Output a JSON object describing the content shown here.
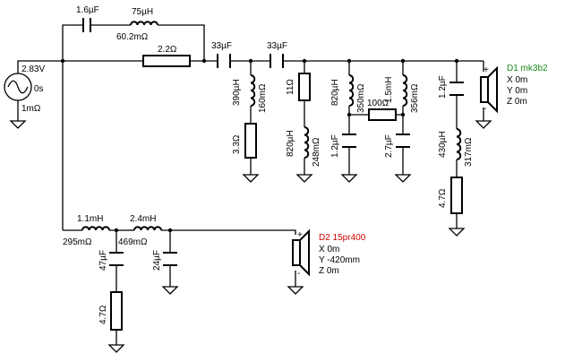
{
  "source": {
    "voltage": "2.83V",
    "phase": "0s",
    "resistance": "1mΩ"
  },
  "components": {
    "c_top": "1.6µF",
    "l_top": "75µH",
    "l_top_res": "60.2mΩ",
    "r_series": "2.2Ω",
    "c_a": "33µF",
    "c_b": "33µF",
    "l_390": "390µH",
    "l_390_res": "160mΩ",
    "r_3_3": "3.3Ω",
    "r_11": "11Ω",
    "l_820b": "820µH",
    "l_820b_res": "248mΩ",
    "l_820a": "820µH",
    "l_820a_res": "350mΩ",
    "r_100": "100Ω",
    "l_1_5": "1.5mH",
    "l_1_5_res": "356mΩ",
    "c_1_2a": "1.2µF",
    "c_2_7": "2.7µF",
    "c_1_2b": "1.2µF",
    "l_430": "430µH",
    "l_430_res": "317mΩ",
    "r_4_7a": "4.7Ω",
    "l_1_1": "1.1mH",
    "l_1_1_res": "295mΩ",
    "l_2_4": "2.4mH",
    "l_2_4_res": "469mΩ",
    "c_47": "47µF",
    "c_24": "24µF",
    "r_4_7b": "4.7Ω"
  },
  "drivers": [
    {
      "name": "D1 mk3b2",
      "x": "X 0m",
      "y": "Y 0m",
      "z": "Z 0m",
      "plus": "+",
      "minus": "-"
    },
    {
      "name": "D2 15pr400",
      "x": "X 0m",
      "y": "Y -420mm",
      "z": "Z 0m",
      "plus": "+",
      "minus": "-"
    }
  ]
}
